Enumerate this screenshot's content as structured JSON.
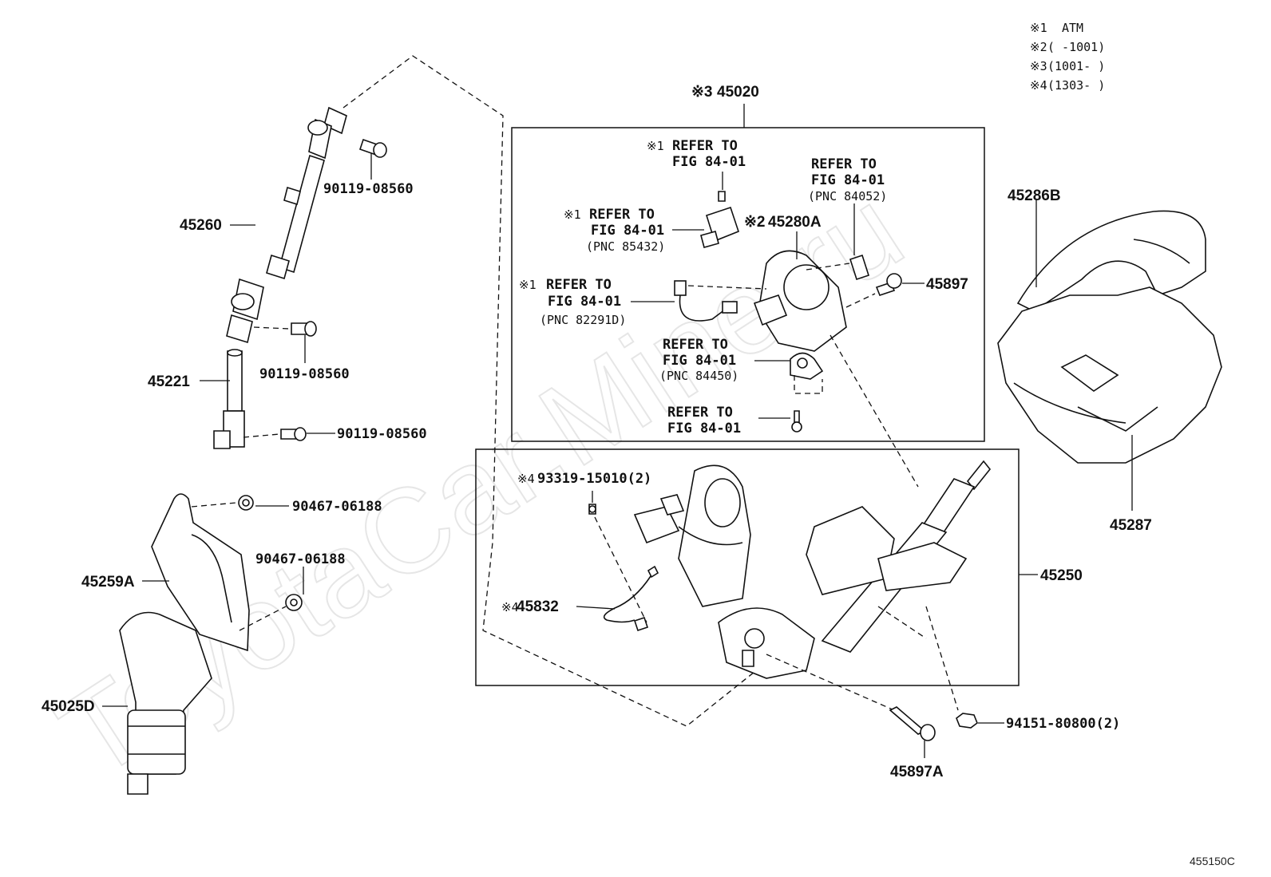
{
  "watermark": "ToyotaCar.Mine.ru",
  "legend": [
    {
      "mark": "※1",
      "text": "ATM"
    },
    {
      "mark": "※2",
      "text": "(    -1001)"
    },
    {
      "mark": "※3",
      "text": "(1001-    )"
    },
    {
      "mark": "※4",
      "text": "(1303-    )"
    }
  ],
  "parts": {
    "p45020": {
      "mark": "※3",
      "number": "45020"
    },
    "p45260": "45260",
    "p90119_a": "90119-08560",
    "p90119_b": "90119-08560",
    "p90119_c": "90119-08560",
    "p45221": "45221",
    "p90467_a": "90467-06188",
    "p90467_b": "90467-06188",
    "p45259A": "45259A",
    "p45025D": "45025D",
    "p45280A": {
      "mark": "※2",
      "number": "45280A"
    },
    "p45897": "45897",
    "p45897A": "45897A",
    "p45250": "45250",
    "p45286B": "45286B",
    "p45287": "45287",
    "p93319": {
      "mark": "※4",
      "number": "93319-15010(2)"
    },
    "p45832": {
      "mark": "※4",
      "number": "45832"
    },
    "p94151": "94151-80800(2)"
  },
  "references": {
    "r1": {
      "mark": "※1",
      "line1": "REFER TO",
      "line2": "FIG 84-01"
    },
    "r2": {
      "mark": "※1",
      "line1": "REFER TO",
      "line2": "FIG 84-01",
      "line3": "(PNC 85432)"
    },
    "r3": {
      "mark": "",
      "line1": "REFER TO",
      "line2": "FIG 84-01",
      "line3": "(PNC 84052)"
    },
    "r4": {
      "mark": "※1",
      "line1": "REFER TO",
      "line2": "FIG 84-01",
      "line3": "(PNC 82291D)"
    },
    "r5": {
      "mark": "",
      "line1": "REFER TO",
      "line2": "FIG 84-01",
      "line3": "(PNC 84450)"
    },
    "r6": {
      "mark": "",
      "line1": "REFER TO",
      "line2": "FIG 84-01"
    }
  },
  "figure_code": "455150C"
}
